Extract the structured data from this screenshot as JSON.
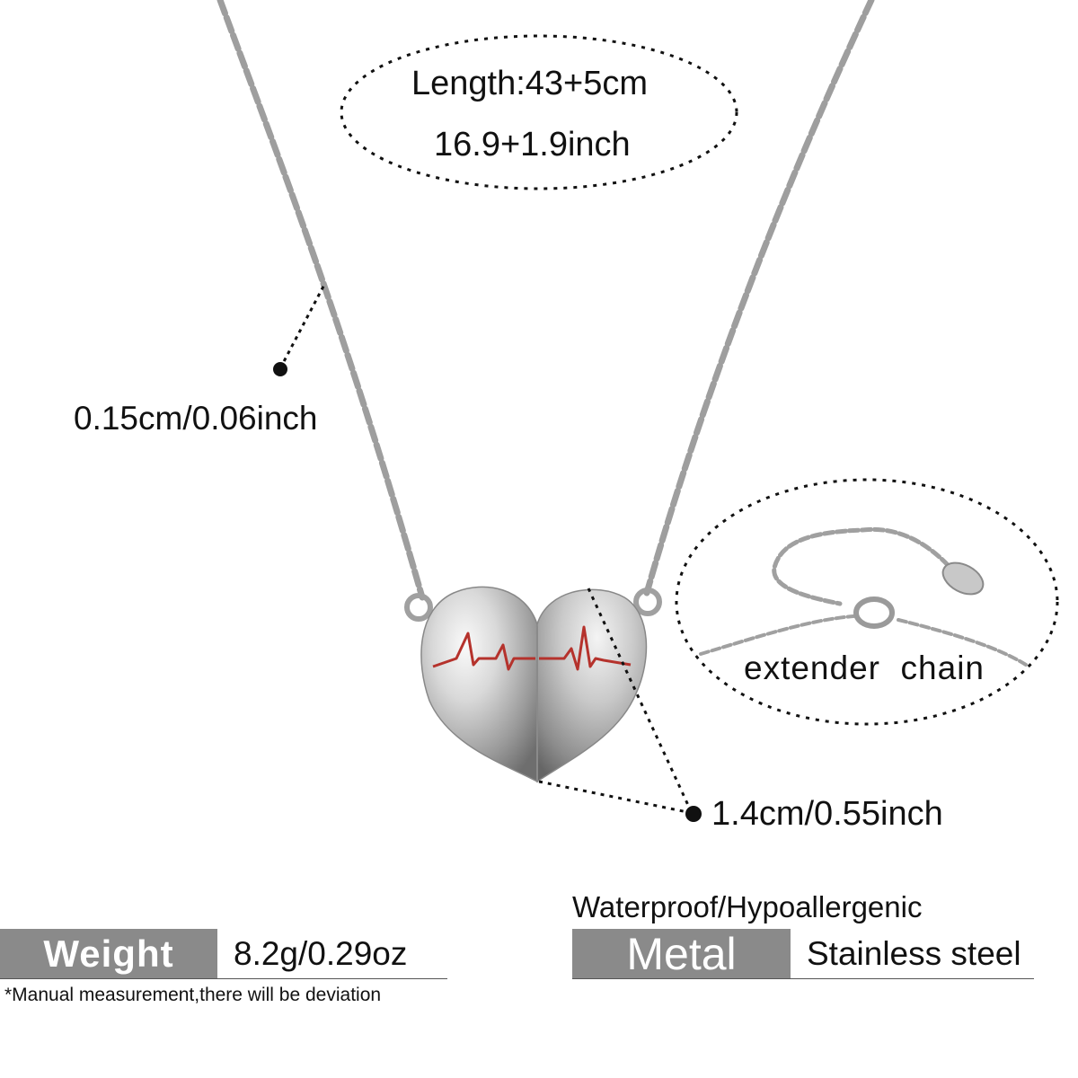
{
  "product": {
    "length_cm": "Length:43+5cm",
    "length_inch": "16.9+1.9inch",
    "chain_width": "0.15cm/0.06inch",
    "extender": "extender  chain",
    "pendant_size": "1.4cm/0.55inch"
  },
  "specs": {
    "weight_key": "Weight",
    "weight_value": "8.2g/0.29oz",
    "metal_key": "Metal",
    "metal_value": "Stainless steel",
    "features": "Waterproof/Hypoallergenic",
    "disclaimer": "*Manual measurement,there will be deviation"
  },
  "colors": {
    "metal": "#bdbdbd",
    "metal_dark": "#7a7a7a",
    "enamel": "#b5322c",
    "label_bar": "#8a8a8a"
  }
}
